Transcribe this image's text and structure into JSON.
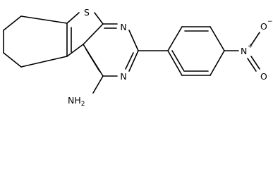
{
  "atoms": {
    "sulfur": "S",
    "n1": "N",
    "n3": "N",
    "amine": "NH",
    "amine_h_count": "2",
    "nitro_n": "N",
    "nitro_n_charge": "+",
    "nitro_o_top": "O",
    "nitro_o_top_charge": "−",
    "nitro_o_bottom": "O"
  },
  "colors": {
    "bond": "#000000",
    "label": "#000000",
    "background": "#ffffff"
  }
}
